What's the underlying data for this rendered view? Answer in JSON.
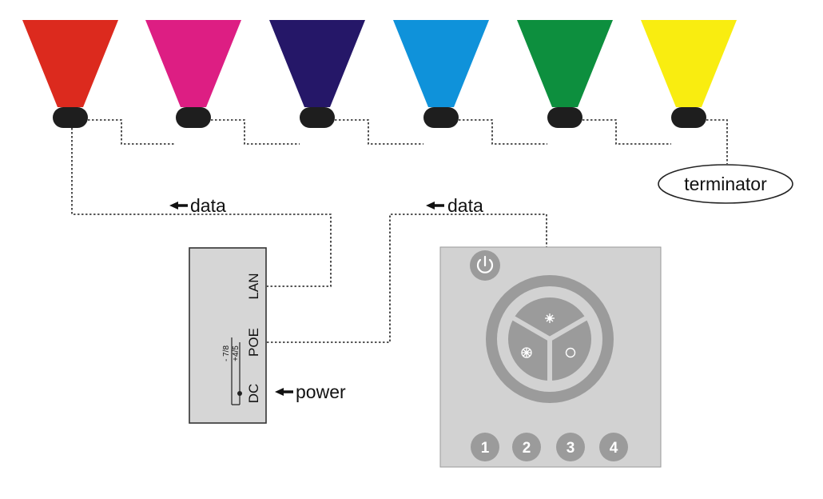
{
  "colors": {
    "background": "#ffffff",
    "base": "#1e1e1e",
    "wire": "#222222",
    "panel": "#d2d2d2",
    "panel_border": "#9a9a9a",
    "button": "#9b9b9b",
    "button_icon": "#ffffff",
    "box_fill": "#d6d6d6",
    "box_border": "#333333"
  },
  "lamps": [
    {
      "name": "red",
      "color": "#dc2a1e"
    },
    {
      "name": "magenta",
      "color": "#dd1e83"
    },
    {
      "name": "indigo",
      "color": "#251768"
    },
    {
      "name": "sky-blue",
      "color": "#0f92da"
    },
    {
      "name": "green",
      "color": "#0d8f3e"
    },
    {
      "name": "yellow",
      "color": "#f9ed10"
    }
  ],
  "labels": {
    "terminator": "terminator",
    "data_left": "data",
    "data_right": "data",
    "power": "power"
  },
  "box": {
    "lan": "LAN",
    "poe": "POE",
    "dc": "DC",
    "pin_neg": "- 7/8",
    "pin_pos": "+4/5"
  },
  "panel": {
    "power_icon": "power-icon",
    "top_button_icon": "sun-icon",
    "left_button_icon": "color-wheel-icon",
    "right_button_icon": "circle-icon",
    "zones": [
      "1",
      "2",
      "3",
      "4"
    ]
  }
}
